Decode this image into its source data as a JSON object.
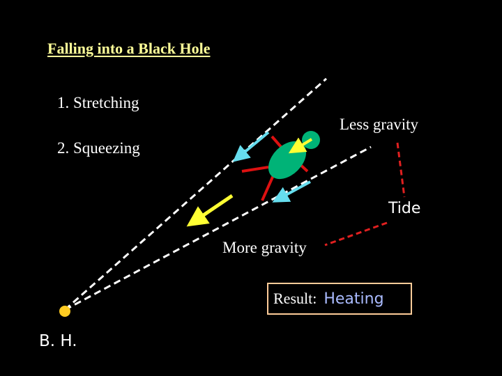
{
  "title": "Falling into a Black Hole",
  "list": [
    {
      "label": "1.  Stretching"
    },
    {
      "label": "2.  Squeezing"
    }
  ],
  "labels": {
    "less_gravity": "Less gravity",
    "more_gravity": "More gravity",
    "tide": "Tide",
    "black_hole": "B. H."
  },
  "result": {
    "label": "Result:",
    "value": "Heating"
  },
  "colors": {
    "background": "#000000",
    "title": "#ffff99",
    "text": "#ffffff",
    "dashed_lines": "#ffffff",
    "tide_lines": "#e02020",
    "black_hole": "#ffcc22",
    "body": "#00b377",
    "gravity_arrow": "#ffff33",
    "tidal_arrows": "#66ddee",
    "legs": "#dd1111",
    "result_border": "#ffcc99",
    "result_value": "#aabbff"
  }
}
